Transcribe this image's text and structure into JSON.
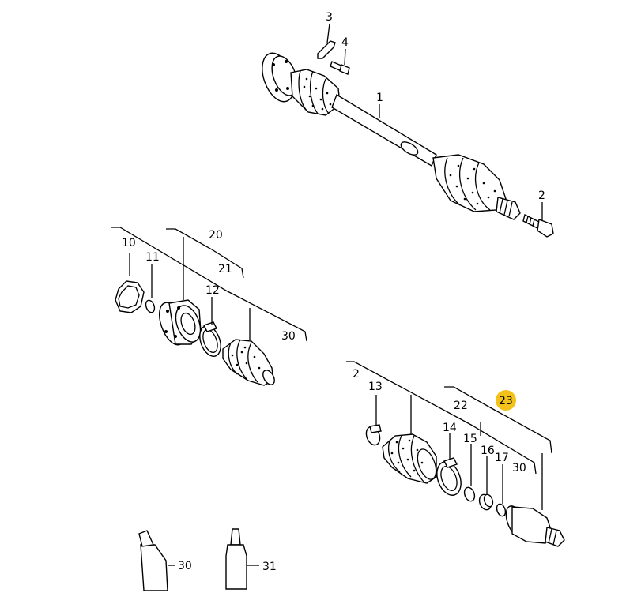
{
  "callouts": {
    "c1": "1",
    "c2a": "2",
    "c2b": "2",
    "c3": "3",
    "c4": "4",
    "c10": "10",
    "c11": "11",
    "c12": "12",
    "c13": "13",
    "c14": "14",
    "c15": "15",
    "c16": "16",
    "c17": "17",
    "c20": "20",
    "c21": "21",
    "c22": "22",
    "c23": "23",
    "c30a": "30",
    "c30b": "30",
    "c30c": "30",
    "c31": "31"
  },
  "highlight": {
    "callout": "23",
    "color": "#f2c21b"
  }
}
